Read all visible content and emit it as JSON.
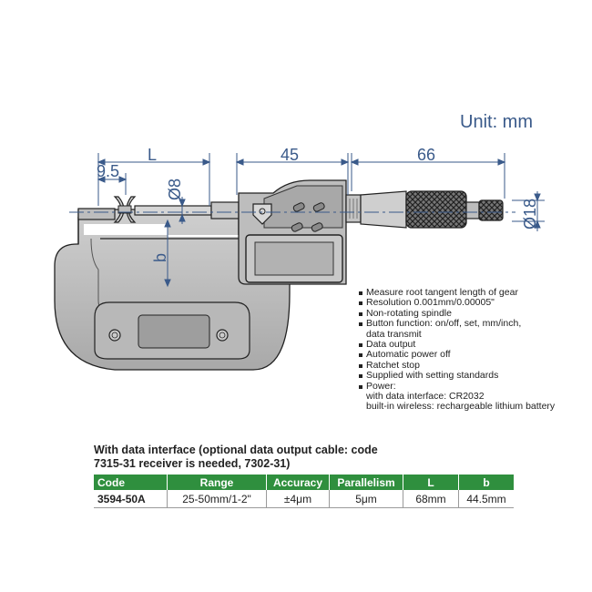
{
  "unit_label": "Unit: mm",
  "dimensions": {
    "L": "L",
    "d9_5": "9.5",
    "d45": "45",
    "d66": "66",
    "dia8": "Ø8",
    "dia18": "Ø18",
    "b": "b"
  },
  "features": [
    {
      "text": "Measure root tangent length of gear",
      "bullet": true
    },
    {
      "text": "Resolution 0.001mm/0.00005\"",
      "bullet": true
    },
    {
      "text": "Non-rotating spindle",
      "bullet": true
    },
    {
      "text": "Button function: on/off, set, mm/inch,",
      "bullet": true
    },
    {
      "text": "data transmit",
      "bullet": false
    },
    {
      "text": "Data output",
      "bullet": true
    },
    {
      "text": "Automatic power off",
      "bullet": true
    },
    {
      "text": "Ratchet stop",
      "bullet": true
    },
    {
      "text": "Supplied with setting standards",
      "bullet": true
    },
    {
      "text": "Power:",
      "bullet": true
    },
    {
      "text": "with data interface: CR2032",
      "bullet": false
    },
    {
      "text": "built-in wireless: rechargeable lithium battery",
      "bullet": false
    }
  ],
  "note": "With data interface (optional data output cable: code 7315-31 receiver is needed, 7302-31)",
  "table": {
    "headers": [
      "Code",
      "Range",
      "Accuracy",
      "Parallelism",
      "L",
      "b"
    ],
    "rows": [
      [
        "3594-50A",
        "25-50mm/1-2\"",
        "±4μm",
        "5μm",
        "68mm",
        "44.5mm"
      ]
    ]
  }
}
